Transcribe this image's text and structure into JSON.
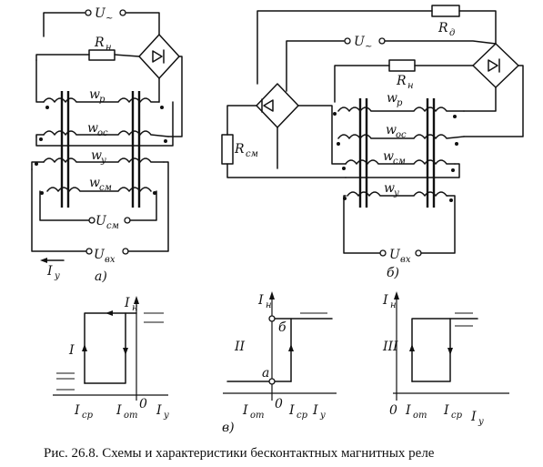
{
  "caption": "Рис. 26.8. Схемы и характеристики бесконтактных магнитных реле",
  "diagram_a": {
    "tag": "а)",
    "u_supply": "U",
    "u_supply_sub": "~",
    "r_load": "R",
    "r_load_sub": "н",
    "w_p": "w",
    "w_p_sub": "р",
    "w_oc": "w",
    "w_oc_sub": "ос",
    "w_y": "w",
    "w_y_sub": "у",
    "w_cm": "w",
    "w_cm_sub": "см",
    "u_cm": "U",
    "u_cm_sub": "см",
    "u_bx": "U",
    "u_bx_sub": "вх",
    "i_y": "I",
    "i_y_sub": "у"
  },
  "diagram_b": {
    "tag": "б)",
    "r_d": "R",
    "r_d_sub": "д",
    "u_supply": "U",
    "u_supply_sub": "~",
    "r_load": "R",
    "r_load_sub": "н",
    "r_cm": "R",
    "r_cm_sub": "см",
    "w_p": "w",
    "w_p_sub": "р",
    "w_oc": "w",
    "w_oc_sub": "ос",
    "w_cm": "w",
    "w_cm_sub": "см",
    "w_y": "w",
    "w_y_sub": "у",
    "u_bx": "U",
    "u_bx_sub": "вх"
  },
  "characteristics": {
    "tag": "в)",
    "ch1": {
      "roman": "I",
      "yaxis": "I",
      "yaxis_sub": "н",
      "x1": "I",
      "x1_sub": "ср",
      "x2": "I",
      "x2_sub": "от",
      "origin": "0",
      "xaxis": "I",
      "xaxis_sub": "у"
    },
    "ch2": {
      "roman": "II",
      "yaxis": "I",
      "yaxis_sub": "н",
      "pt_b": "б",
      "pt_a": "а",
      "x1": "I",
      "x1_sub": "от",
      "origin": "0",
      "x2": "I",
      "x2_sub": "ср",
      "xaxis": "I",
      "xaxis_sub": "у"
    },
    "ch3": {
      "roman": "III",
      "yaxis": "I",
      "yaxis_sub": "н",
      "origin": "0",
      "x1": "I",
      "x1_sub": "от",
      "x2": "I",
      "x2_sub": "ср",
      "xaxis": "I",
      "xaxis_sub": "у"
    }
  }
}
